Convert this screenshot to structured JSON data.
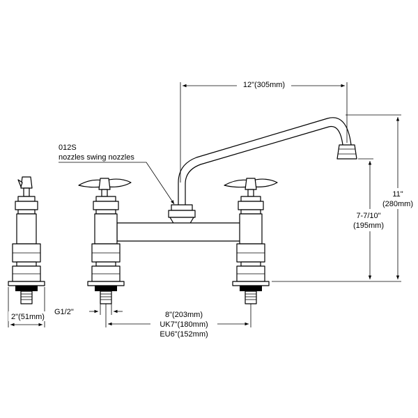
{
  "labels": {
    "part_code": "012S",
    "part_desc": "nozzles swing nozzles",
    "spout_reach": "12\"(305mm)",
    "height_total_in": "11\"",
    "height_total_mm": "(280mm)",
    "height_spout_in": "7-7/10\"",
    "height_spout_mm": "(195mm)",
    "thread": "G1/2\"",
    "side_width": "2\"(51mm)",
    "centers_std": "8\"(203mm)",
    "centers_uk": "UK7\"(180mm)",
    "centers_eu": "EU6\"(152mm)"
  },
  "colors": {
    "line": "#000000",
    "background": "#ffffff"
  }
}
